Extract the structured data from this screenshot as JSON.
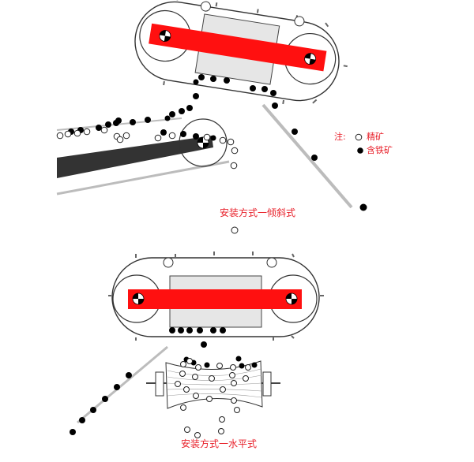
{
  "legend": {
    "prefix": "注:",
    "items": [
      {
        "label": "精矿",
        "marker": "hollow"
      },
      {
        "label": "含铁矿",
        "marker": "solid"
      }
    ]
  },
  "labels": {
    "inclined": "安装方式一倾斜式",
    "horizontal": "安装方式一水平式"
  },
  "colors": {
    "magnet": "#ff1010",
    "belt_stroke": "#333333",
    "label_text": "#e8202a",
    "chute": "#333333",
    "guide": "#b5b5b5",
    "magnet_box": "#e6e6e6"
  }
}
